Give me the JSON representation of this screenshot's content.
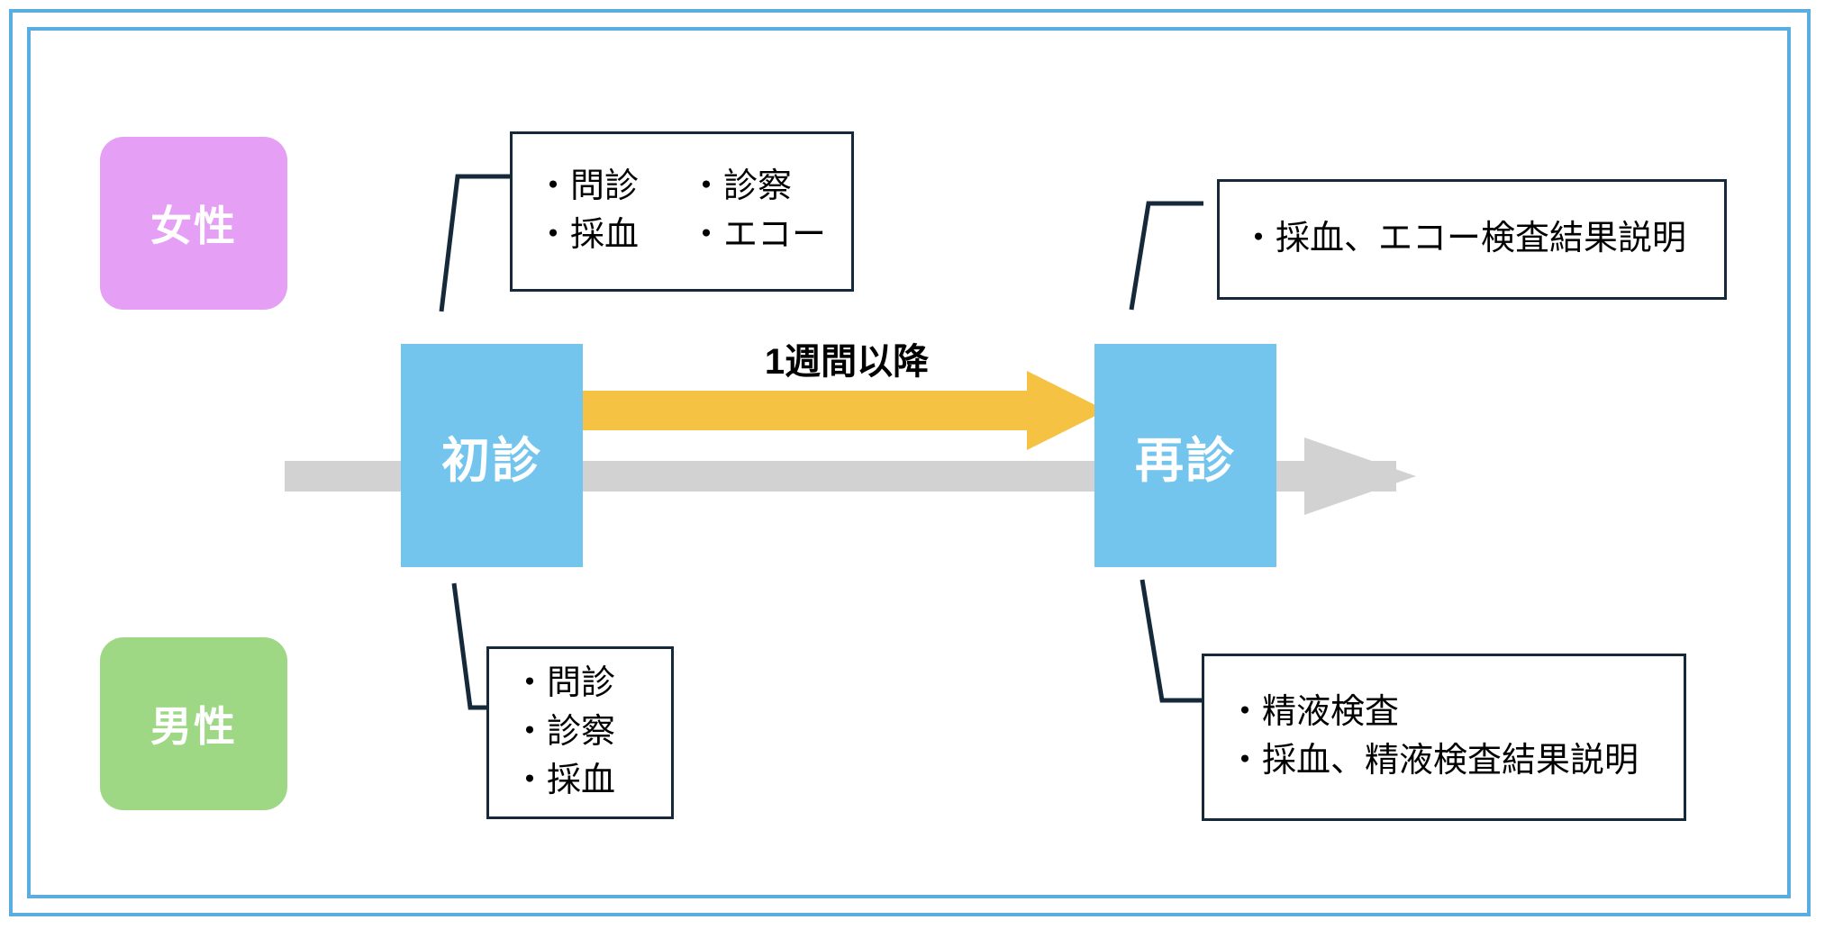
{
  "frame": {
    "border_color": "#5aade0"
  },
  "legend": [
    {
      "name": "female",
      "label": "女性",
      "color": "#e5a0f5"
    },
    {
      "name": "male",
      "label": "男性",
      "color": "#9ed884"
    }
  ],
  "timeline": {
    "arrow_color": "#d2d2d2",
    "transition": {
      "label": "1週間以降",
      "color": "#f6c244"
    },
    "stages": [
      {
        "name": "first-visit",
        "label": "初診",
        "color": "#74c5ee"
      },
      {
        "name": "return-visit",
        "label": "再診",
        "color": "#74c5ee"
      }
    ]
  },
  "details": {
    "first_visit_female": {
      "rows": [
        {
          "a": "・問診",
          "b": "・診察"
        },
        {
          "a": "・採血",
          "b": "・エコー"
        }
      ]
    },
    "return_visit_female": {
      "items": [
        "・採血、エコー検査結果説明"
      ]
    },
    "first_visit_male": {
      "items": [
        "・問診",
        "・診察",
        "・採血"
      ]
    },
    "return_visit_male": {
      "items": [
        "・精液検査",
        "・採血、精液検査結果説明"
      ]
    }
  },
  "colors": {
    "line": "#16293a",
    "frame": "#5aade0",
    "female_pill": "#e5a0f5",
    "male_pill": "#9ed884",
    "stage": "#74c5ee",
    "transition_arrow": "#f6c244",
    "timeline_arrow": "#d2d2d2"
  }
}
